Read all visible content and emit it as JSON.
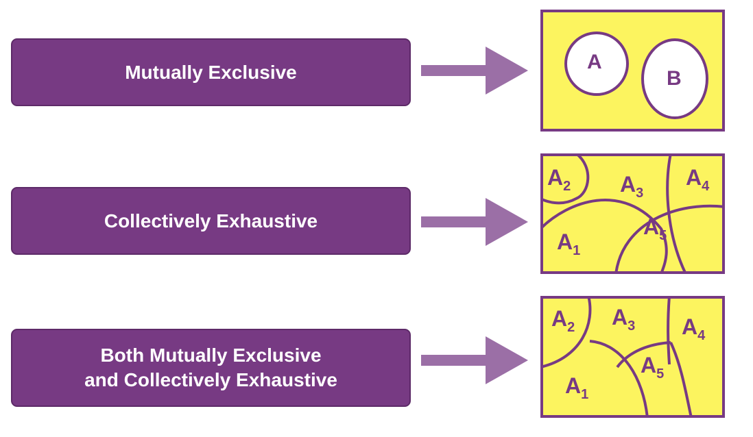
{
  "rows": [
    {
      "label_lines": [
        "Mutually Exclusive"
      ],
      "regions": [
        {
          "main": "A",
          "sub": ""
        },
        {
          "main": "B",
          "sub": ""
        }
      ]
    },
    {
      "label_lines": [
        "Collectively Exhaustive"
      ],
      "regions": [
        {
          "main": "A",
          "sub": "1"
        },
        {
          "main": "A",
          "sub": "2"
        },
        {
          "main": "A",
          "sub": "3"
        },
        {
          "main": "A",
          "sub": "4"
        },
        {
          "main": "A",
          "sub": "5"
        }
      ]
    },
    {
      "label_lines": [
        "Both Mutually Exclusive",
        "and Collectively Exhaustive"
      ],
      "regions": [
        {
          "main": "A",
          "sub": "1"
        },
        {
          "main": "A",
          "sub": "2"
        },
        {
          "main": "A",
          "sub": "3"
        },
        {
          "main": "A",
          "sub": "4"
        },
        {
          "main": "A",
          "sub": "5"
        }
      ]
    }
  ],
  "colors": {
    "label_bg": "#773a83",
    "arrow": "#9b6fa6",
    "panel_fill": "#fcf45f",
    "outline": "#773a83"
  }
}
